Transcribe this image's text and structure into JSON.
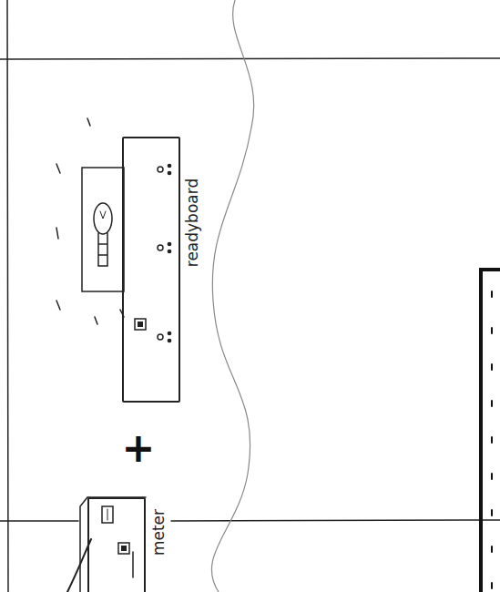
{
  "diagram": {
    "nodes": [
      {
        "text": [
          "readyboard"
        ]
      },
      {
        "text": [
          "meter"
        ]
      }
    ],
    "labels": [
      "+"
    ]
  }
}
